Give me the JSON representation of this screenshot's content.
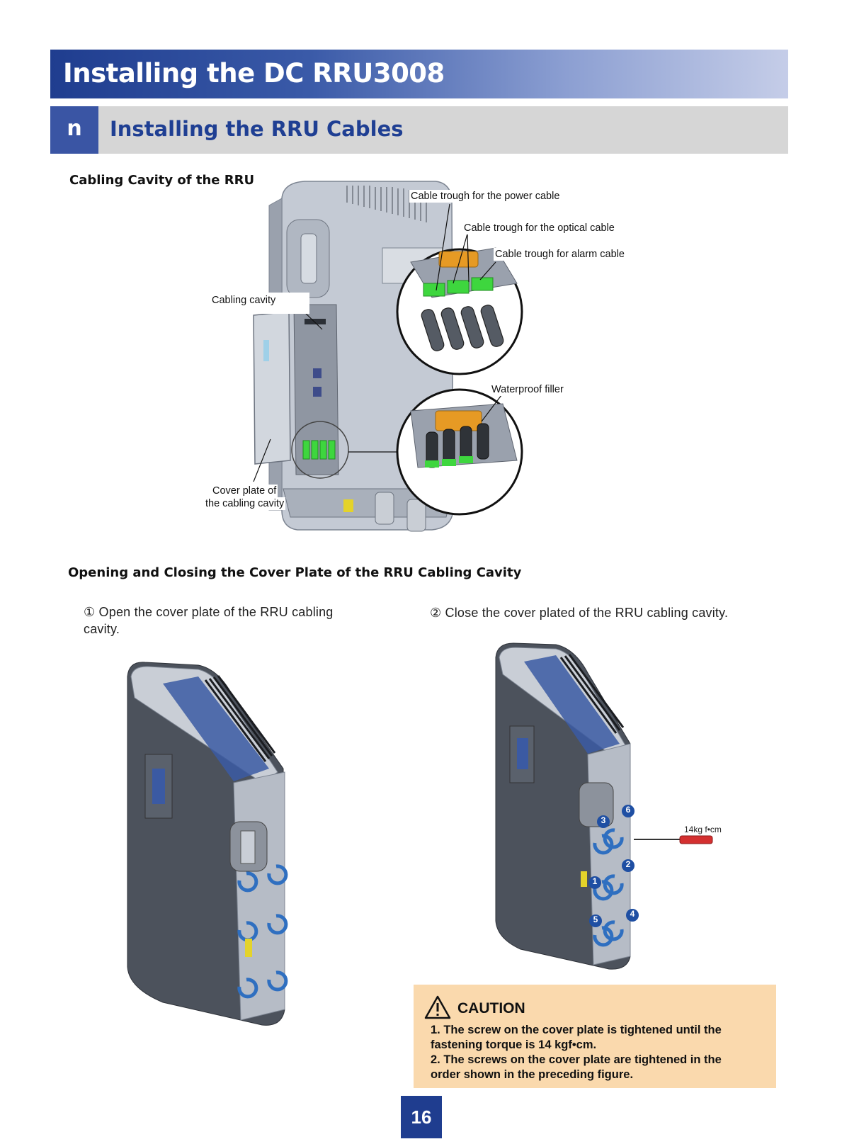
{
  "header": {
    "title": "Installing the DC RRU3008",
    "bullet": "n",
    "subtitle": "Installing the RRU Cables"
  },
  "section1": {
    "heading": "Cabling Cavity of the RRU",
    "labels": {
      "power_trough": "Cable trough for the power cable",
      "optical_trough": "Cable trough for the optical cable",
      "alarm_trough": "Cable trough for alarm cable",
      "cabling_cavity": "Cabling cavity",
      "waterproof_filler": "Waterproof filler",
      "cover_plate_line1": "Cover plate of",
      "cover_plate_line2": "the cabling cavity"
    }
  },
  "section2": {
    "heading": "Opening and Closing the Cover Plate of the RRU Cabling Cavity",
    "step1_line1": "① Open the cover plate of the RRU cabling",
    "step1_line2": "cavity.",
    "step2": "② Close the cover plated of the RRU cabling cavity.",
    "torque_label": "14kg f•cm",
    "screw_order": [
      "1",
      "2",
      "3",
      "4",
      "5",
      "6"
    ]
  },
  "caution": {
    "title": "CAUTION",
    "line1": "1. The screw on the cover plate is tightened until the",
    "line2": "fastening torque is 14 kgf•cm.",
    "line3": "2. The screws on the cover plate are tightened in the",
    "line4": "order shown in the preceding figure."
  },
  "page_number": "16",
  "colors": {
    "title_blue": "#1f3d8f",
    "subtitle_blue": "#1f3f93",
    "device_gray": "#b8bec9",
    "device_dark": "#4c525c",
    "cable_green": "#3ed63e",
    "arrow_blue": "#2f6fc0",
    "caution_bg": "#fad9ad"
  }
}
